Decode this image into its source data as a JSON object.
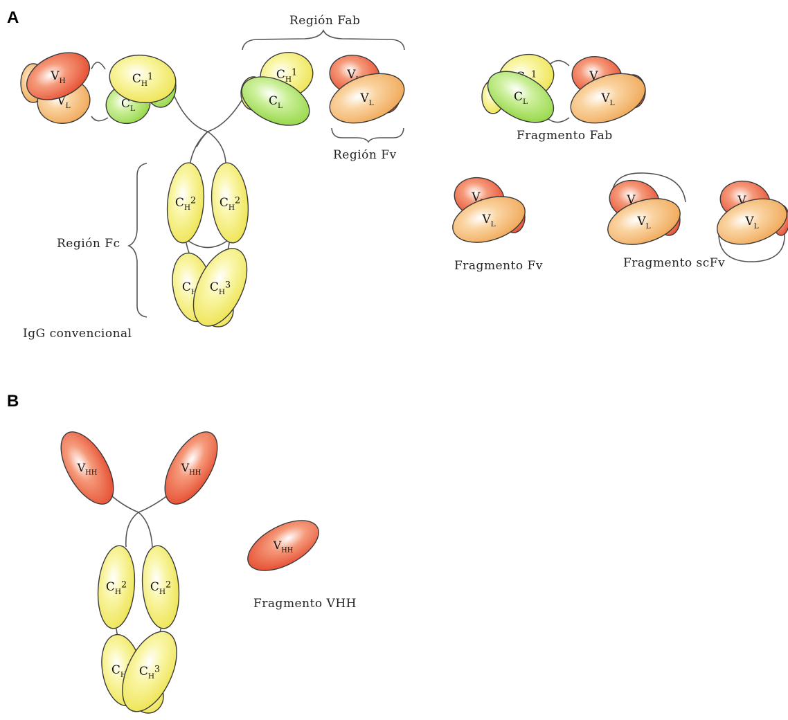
{
  "panels": {
    "a": "A",
    "b": "B"
  },
  "domains": {
    "vh_main": "V",
    "vh_sub": "H",
    "vl_main": "V",
    "vl_sub": "L",
    "ch1_main": "C",
    "ch1_sub": "H",
    "ch1_sup": "1",
    "cl_main": "C",
    "cl_sub": "L",
    "ch2_main": "C",
    "ch2_sub": "H",
    "ch2_sup": "2",
    "ch3_main": "C",
    "ch3_sub": "H",
    "ch3_sup": "3",
    "vhh_main": "V",
    "vhh_sub": "HH"
  },
  "labels": {
    "region_fab": "Región Fab",
    "region_fv": "Región Fv",
    "region_fc": "Región Fc",
    "igg": "IgG convencional",
    "frag_fab": "Fragmento Fab",
    "frag_fv": "Fragmento Fv",
    "frag_scfv": "Fragmento scFv",
    "frag_vhh": "Fragmento VHH"
  },
  "colors": {
    "vh": "#e8553a",
    "vl": "#f4b366",
    "ch1": "#f3ee6a",
    "cl": "#a6e05a",
    "ch": "#f3ee6a",
    "outline": "#444444"
  }
}
